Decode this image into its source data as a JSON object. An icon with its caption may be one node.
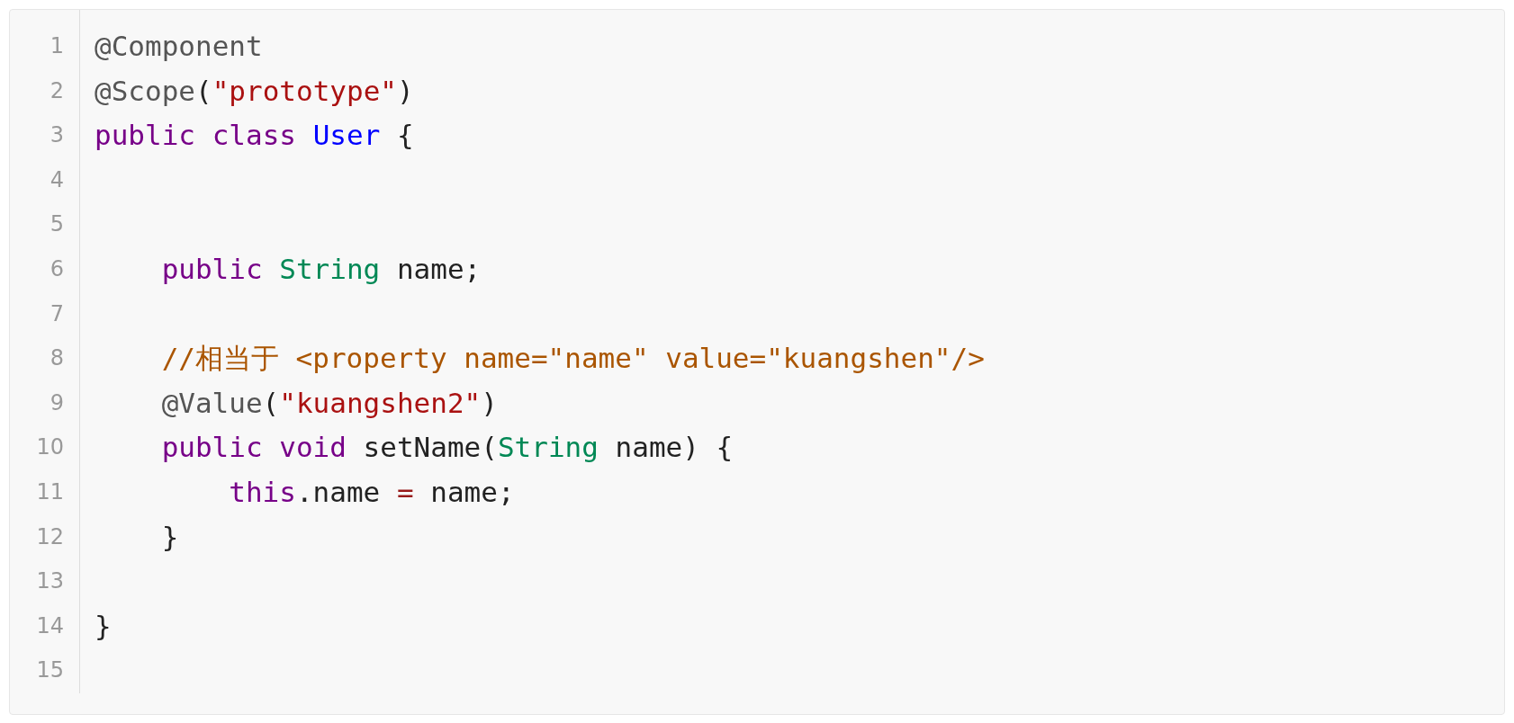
{
  "diagram": {
    "labels": [
      "1",
      "@Component",
      "2",
      "@Scope(\"prototype\")",
      "3",
      "public class User {",
      "4",
      "5",
      "6",
      "public String name;",
      "7",
      "8",
      "//相当于 <property name=\"name\" value=\"kuangshen\"/>",
      "9",
      "@Value(\"kuangshen2\")",
      "10",
      "public void setName(String name) {",
      "11",
      "this.name = name;",
      "12",
      "}",
      "13",
      "14",
      "}",
      "15"
    ]
  }
}
